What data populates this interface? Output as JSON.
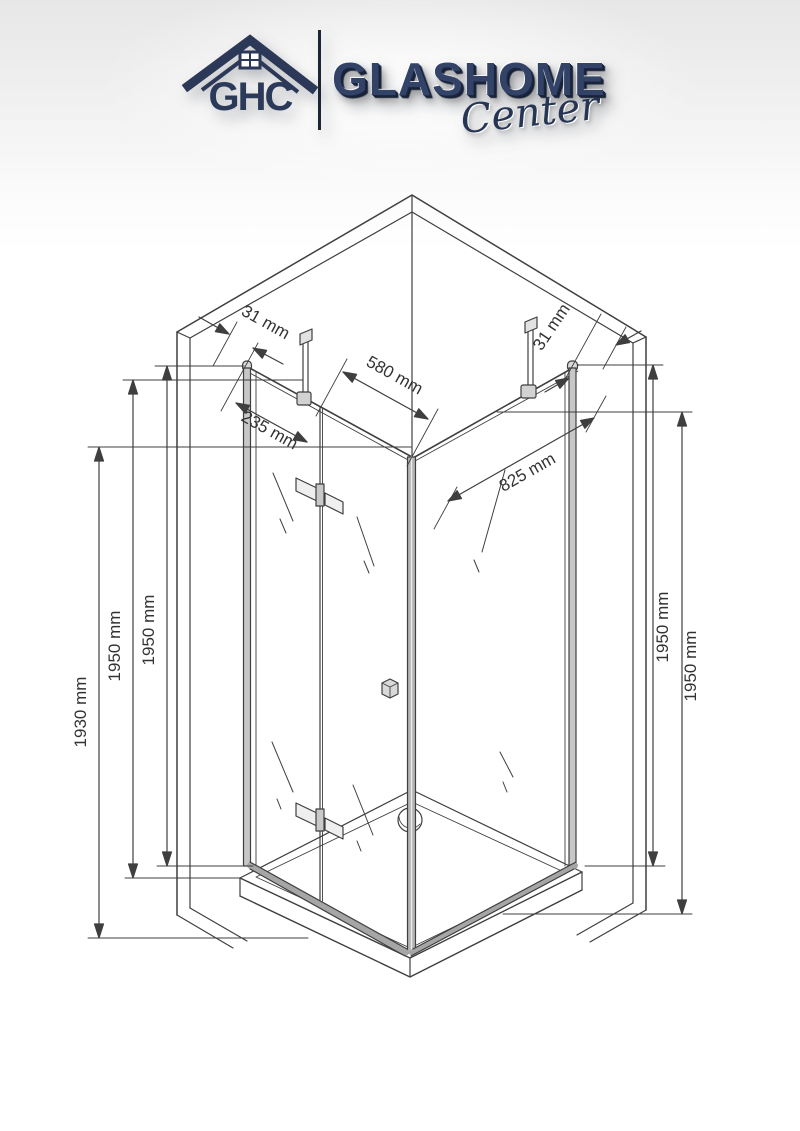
{
  "logo": {
    "monogram": "GHC",
    "brand": "GLASHOME",
    "script": "Center",
    "brand_color": "#2c3a5a"
  },
  "drawing": {
    "description": "isometric-corner-shower-enclosure-dimension-diagram",
    "line_color": "#3f3f3f",
    "profile_gray": "#b4b4b4",
    "dims": {
      "gap_left": "31 mm",
      "fixed_panel": "235 mm",
      "door_width": "580 mm",
      "gap_right": "31 mm",
      "side_right": "825 mm",
      "height_floor_left": "1930 mm",
      "height_left_outer": "1950 mm",
      "height_left_inner": "1950 mm",
      "height_right_inner": "1950 mm",
      "height_right_outer": "1950 mm"
    }
  }
}
